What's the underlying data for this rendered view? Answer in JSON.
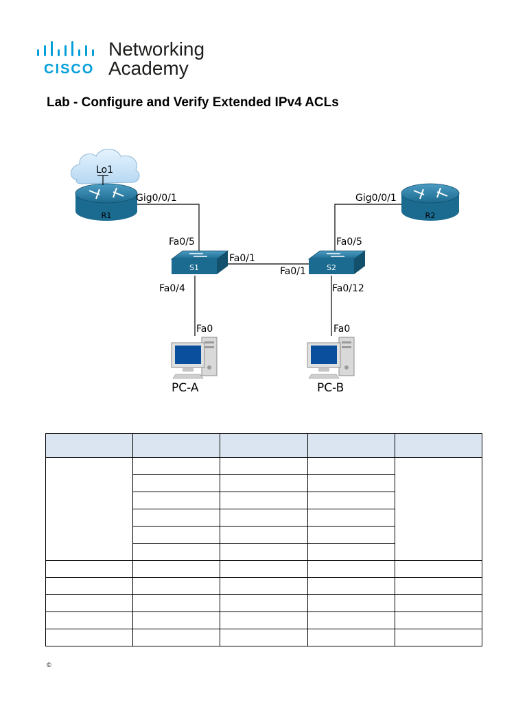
{
  "logo": {
    "word_top": "Networking",
    "word_bottom": "Academy",
    "brand": "CISCO",
    "brand_color": "#049fd9"
  },
  "title": "Lab - Configure and Verify Extended IPv4 ACLs",
  "topology": {
    "devices": {
      "r1": "R1",
      "r2": "R2",
      "s1": "S1",
      "s2": "S2",
      "pc_a": "PC-A",
      "pc_b": "PC-B",
      "loopback": "Lo1"
    },
    "ports": {
      "r1_gig": "Gig0/0/1",
      "r2_gig": "Gig0/0/1",
      "s1_fa05": "Fa0/5",
      "s1_fa01": "Fa0/1",
      "s1_fa04": "Fa0/4",
      "s2_fa05": "Fa0/5",
      "s2_fa01": "Fa0/1",
      "s2_fa012": "Fa0/12",
      "pca_fa0": "Fa0",
      "pcb_fa0": "Fa0"
    },
    "colors": {
      "device": "#1b6a8f",
      "device_dark": "#13506c",
      "cloud": "#c9e3f7"
    }
  },
  "table": {
    "header_color": "#dbe5f1"
  },
  "footer": {
    "copyright": "©"
  }
}
